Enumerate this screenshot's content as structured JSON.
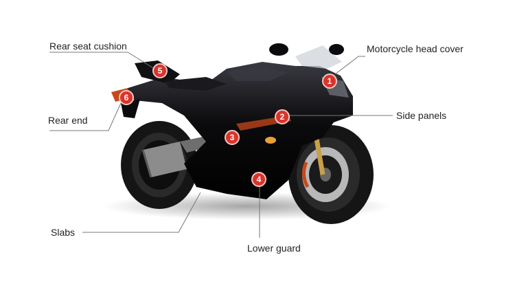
{
  "colors": {
    "badge": "#d9342b",
    "badge_ring": "#f4c7c3",
    "leader": "#777777",
    "body": "#0b0b0d",
    "body_highlight": "#3a3a42",
    "tire": "#151515",
    "rim": "#2a2a2a",
    "rotor": "#b8b8b8",
    "exhaust": "#8c8c8c",
    "accent": "#c8481a"
  },
  "labels": {
    "head_cover": "Motorcycle head cover",
    "side_panels": "Side panels",
    "rear_seat_cushion": "Rear seat cushion",
    "rear_end": "Rear end",
    "slabs": "Slabs",
    "lower_guard": "Lower guard"
  },
  "badges": {
    "b1": "1",
    "b2": "2",
    "b3": "3",
    "b4": "4",
    "b5": "5",
    "b6": "6"
  }
}
